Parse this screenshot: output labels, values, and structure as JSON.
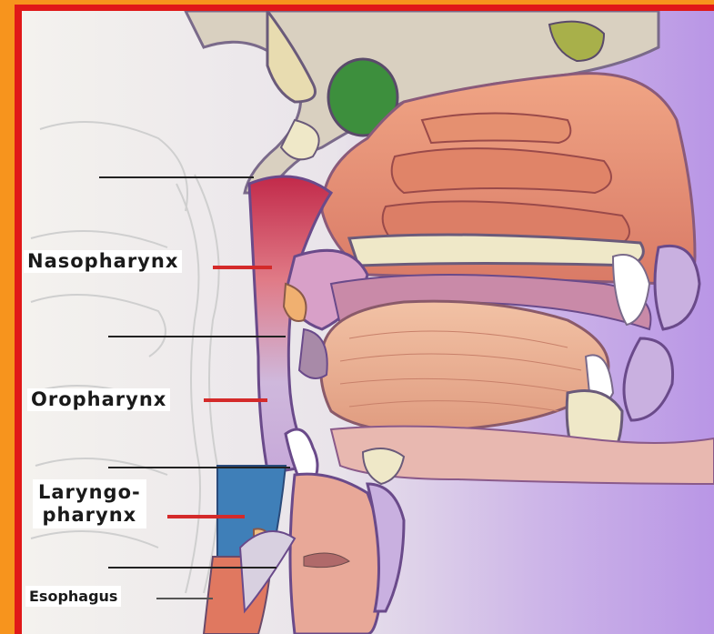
{
  "labels": {
    "nasopharynx": "Nasopharynx",
    "oropharynx": "Oropharynx",
    "laryngopharynx_line1": "Laryngo-",
    "laryngopharynx_line2": "pharynx",
    "esophagus": "Esophagus"
  },
  "colors": {
    "frame": "#f7941d",
    "border": "#e01818",
    "pointer": "#d42a2a",
    "nasopharynx_region": "#d9485e",
    "laryngopharynx_region": "#3f7fb8",
    "tongue": "#e8a98c",
    "sinus": "#3d8f3d",
    "cartilage": "#efe8c8",
    "background_tint": "#c8a8e8"
  },
  "icons": {
    "illustration": "throat-anatomy-illustration"
  }
}
